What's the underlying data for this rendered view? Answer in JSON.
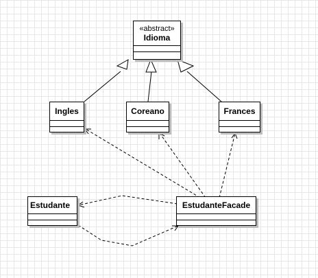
{
  "diagram": {
    "classes": {
      "idioma": {
        "stereotype": "«abstract»",
        "name": "Idioma"
      },
      "ingles": {
        "name": "Ingles"
      },
      "coreano": {
        "name": "Coreano"
      },
      "frances": {
        "name": "Frances"
      },
      "estudante": {
        "name": "Estudante"
      },
      "estudante_facade": {
        "name": "EstudanteFacade"
      }
    },
    "relations": [
      {
        "type": "generalization",
        "from": "Ingles",
        "to": "Idioma"
      },
      {
        "type": "generalization",
        "from": "Coreano",
        "to": "Idioma"
      },
      {
        "type": "generalization",
        "from": "Frances",
        "to": "Idioma"
      },
      {
        "type": "dependency",
        "from": "EstudanteFacade",
        "to": "Ingles"
      },
      {
        "type": "dependency",
        "from": "EstudanteFacade",
        "to": "Coreano"
      },
      {
        "type": "dependency",
        "from": "EstudanteFacade",
        "to": "Frances"
      },
      {
        "type": "dependency",
        "from": "EstudanteFacade",
        "to": "Estudante"
      },
      {
        "type": "dependency",
        "from": "Estudante",
        "to": "EstudanteFacade"
      }
    ]
  }
}
